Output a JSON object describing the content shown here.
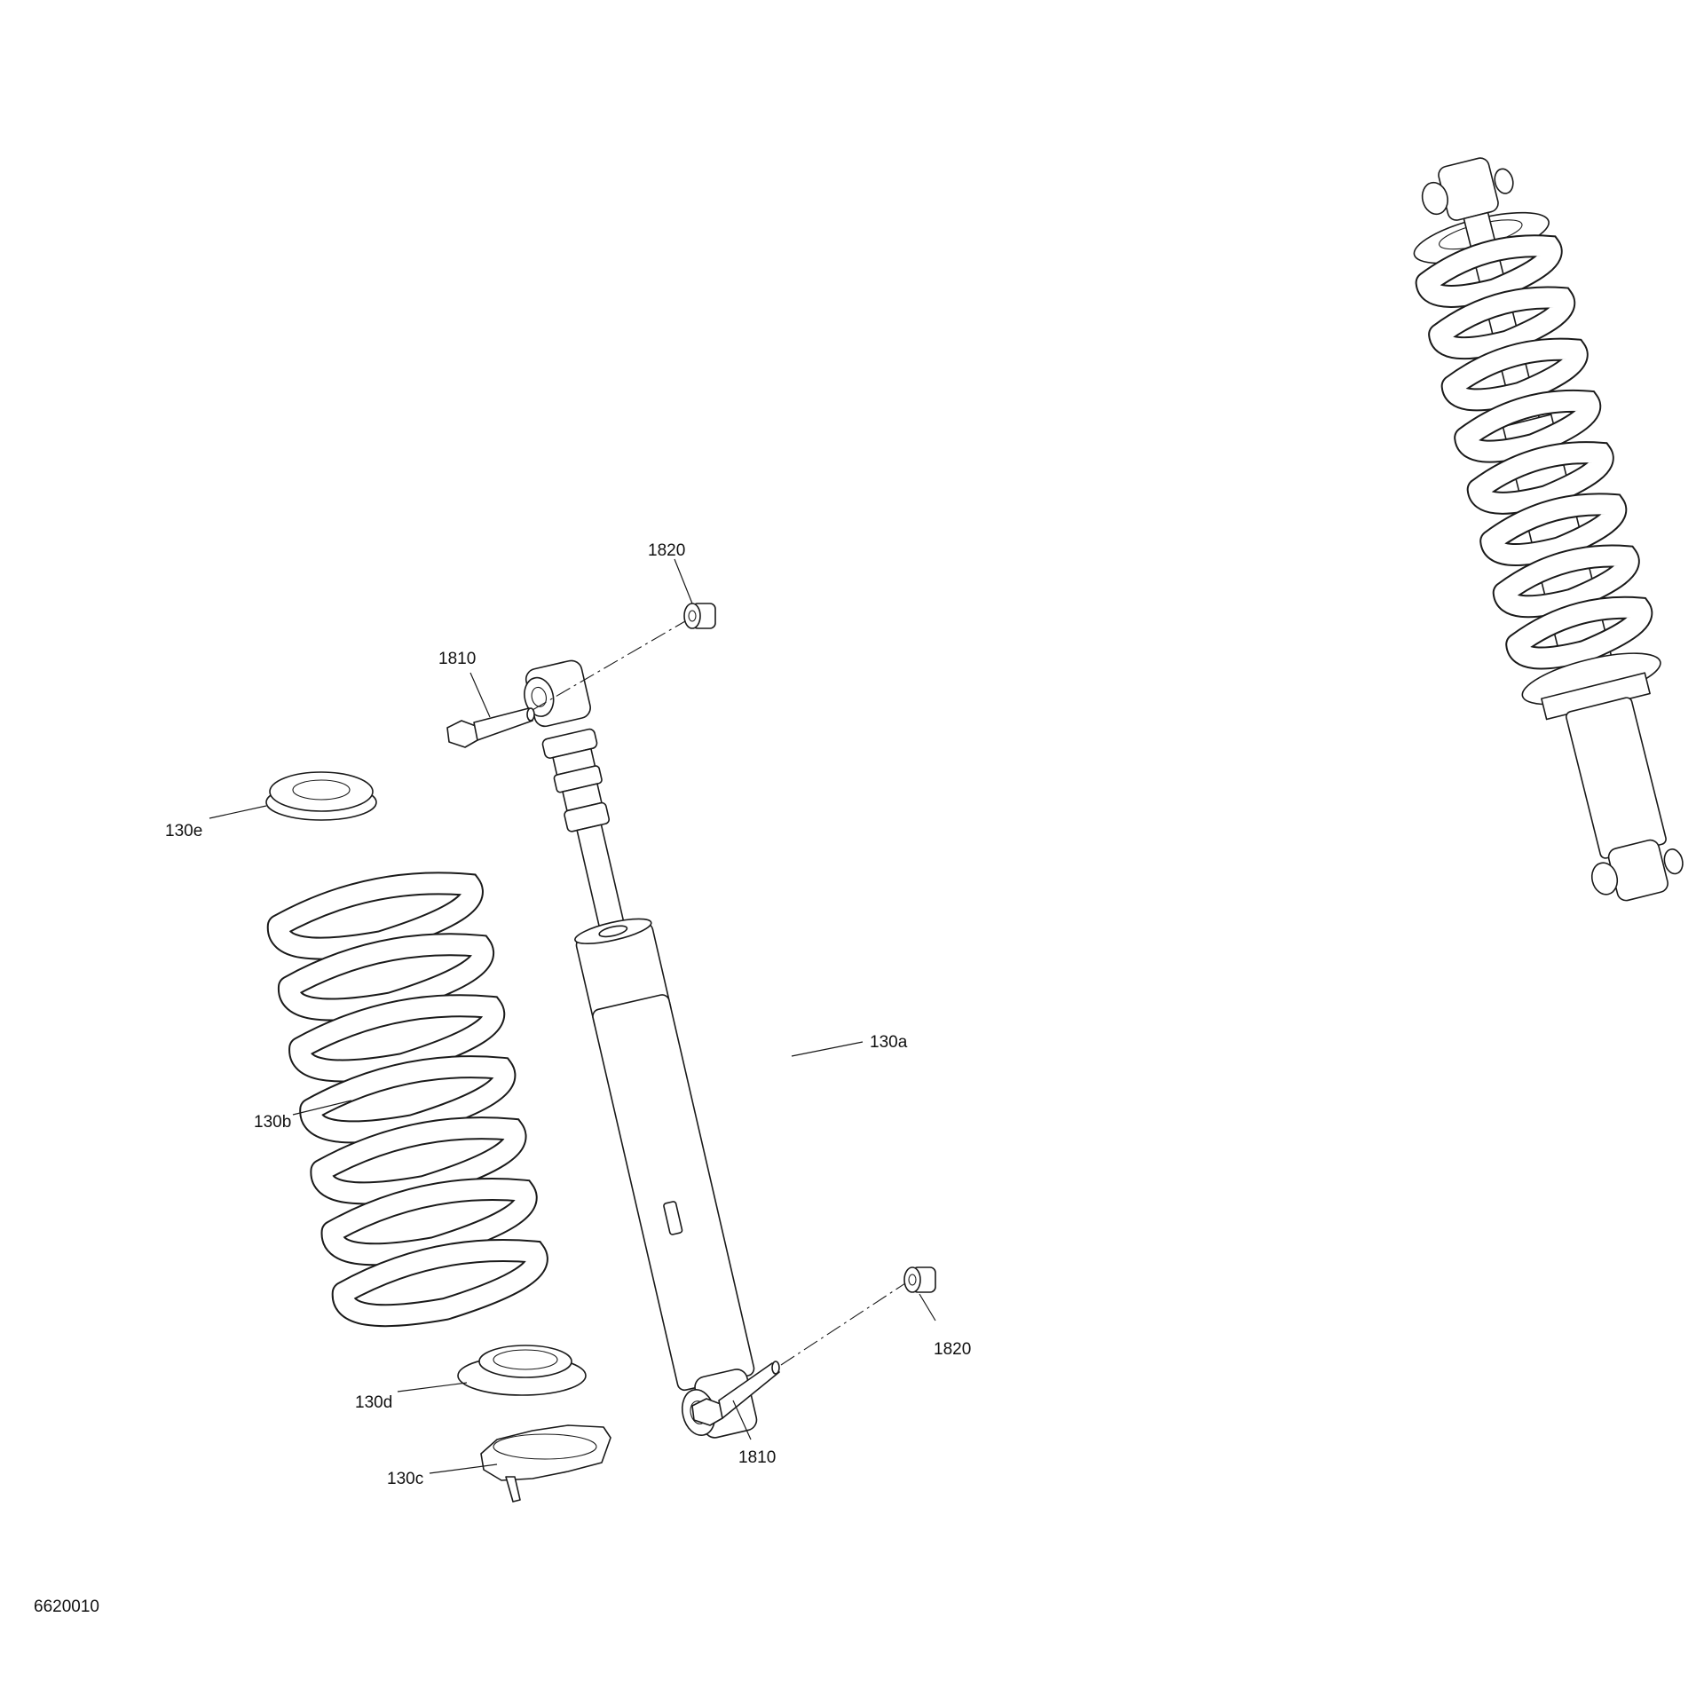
{
  "labels": {
    "shock_body": "130a",
    "spring": "130b",
    "spring_adjuster": "130c",
    "lower_spring_seat": "130d",
    "upper_spring_retainer": "130e",
    "top_bolt": "1810",
    "bottom_bolt": "1810",
    "top_sleeve": "1820",
    "bottom_sleeve": "1820"
  },
  "figure_number": "6620010"
}
